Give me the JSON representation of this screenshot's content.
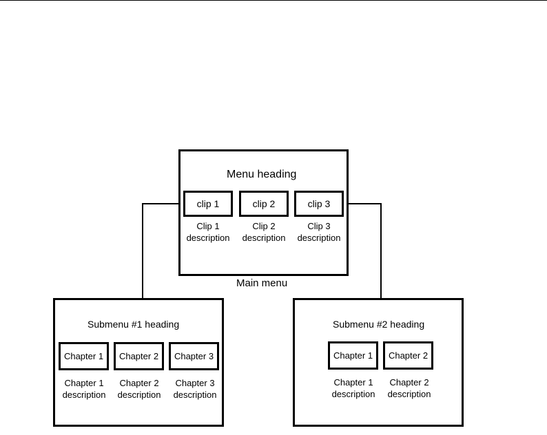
{
  "main_menu": {
    "heading": "Menu heading",
    "caption": "Main menu",
    "clips": [
      {
        "label": "clip 1",
        "desc_line1": "Clip 1",
        "desc_line2": "description"
      },
      {
        "label": "clip 2",
        "desc_line1": "Clip 2",
        "desc_line2": "description"
      },
      {
        "label": "clip 3",
        "desc_line1": "Clip 3",
        "desc_line2": "description"
      }
    ]
  },
  "submenu1": {
    "heading": "Submenu #1 heading",
    "chapters": [
      {
        "label": "Chapter 1",
        "desc_line1": "Chapter 1",
        "desc_line2": "description"
      },
      {
        "label": "Chapter 2",
        "desc_line1": "Chapter 2",
        "desc_line2": "description"
      },
      {
        "label": "Chapter 3",
        "desc_line1": "Chapter 3",
        "desc_line2": "description"
      }
    ]
  },
  "submenu2": {
    "heading": "Submenu #2 heading",
    "chapters": [
      {
        "label": "Chapter 1",
        "desc_line1": "Chapter 1",
        "desc_line2": "description"
      },
      {
        "label": "Chapter 2",
        "desc_line1": "Chapter 2",
        "desc_line2": "description"
      }
    ]
  }
}
